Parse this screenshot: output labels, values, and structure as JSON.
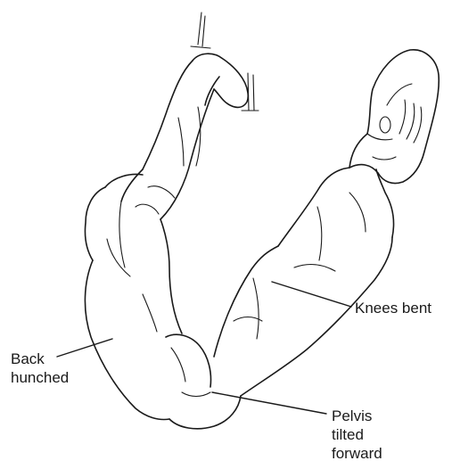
{
  "labels": {
    "back": [
      "Back",
      "hunched"
    ],
    "knees": "Knees bent",
    "pelvis": [
      "Pelvis",
      "tilted",
      "forward"
    ]
  }
}
